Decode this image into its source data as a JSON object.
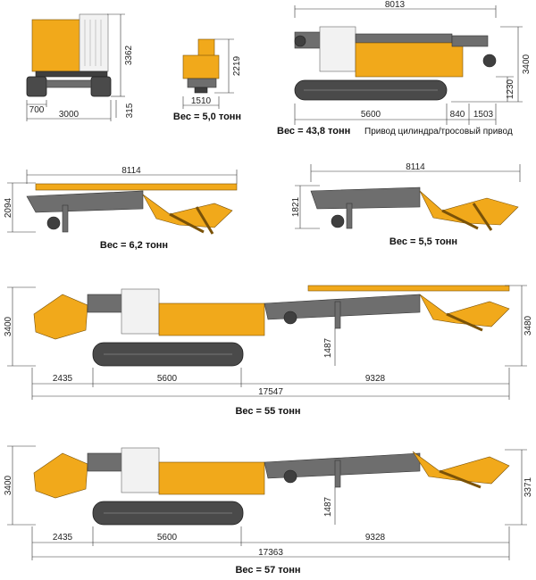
{
  "colors": {
    "machine_body": "#f1a91b",
    "frame": "#6e6e6e",
    "track": "#4a4a4a",
    "cab": "#f2f2f2"
  },
  "views": {
    "front_view": {
      "height": "3362",
      "left_offset": "700",
      "width": "3000",
      "ground_clearance": "315"
    },
    "rotary_head": {
      "height": "2219",
      "width": "1510",
      "weight": "Вес = 5,0 тонн"
    },
    "base_machine": {
      "length": "8013",
      "height": "3400",
      "height_low": "1230",
      "wheelbase": "5600",
      "rear_offset": "840",
      "rear_overhang": "1503",
      "weight": "Вес = 43,8 тонн",
      "drive_note": "Привод цилиндра/тросовый привод"
    },
    "mast_a": {
      "length": "8114",
      "height": "2094",
      "weight": "Вес = 6,2 тонн"
    },
    "mast_b": {
      "length": "8114",
      "height": "1821",
      "weight": "Вес = 5,5 тонн"
    },
    "assembly_a": {
      "height_left": "3400",
      "height_right": "3480",
      "height_mid": "1487",
      "front": "2435",
      "base": "5600",
      "mast": "9328",
      "total": "17547",
      "weight": "Вес = 55 тонн"
    },
    "assembly_b": {
      "height_left": "3400",
      "height_right": "3371",
      "height_mid": "1487",
      "front": "2435",
      "base": "5600",
      "mast": "9328",
      "total": "17363",
      "weight": "Вес = 57 тонн"
    }
  }
}
